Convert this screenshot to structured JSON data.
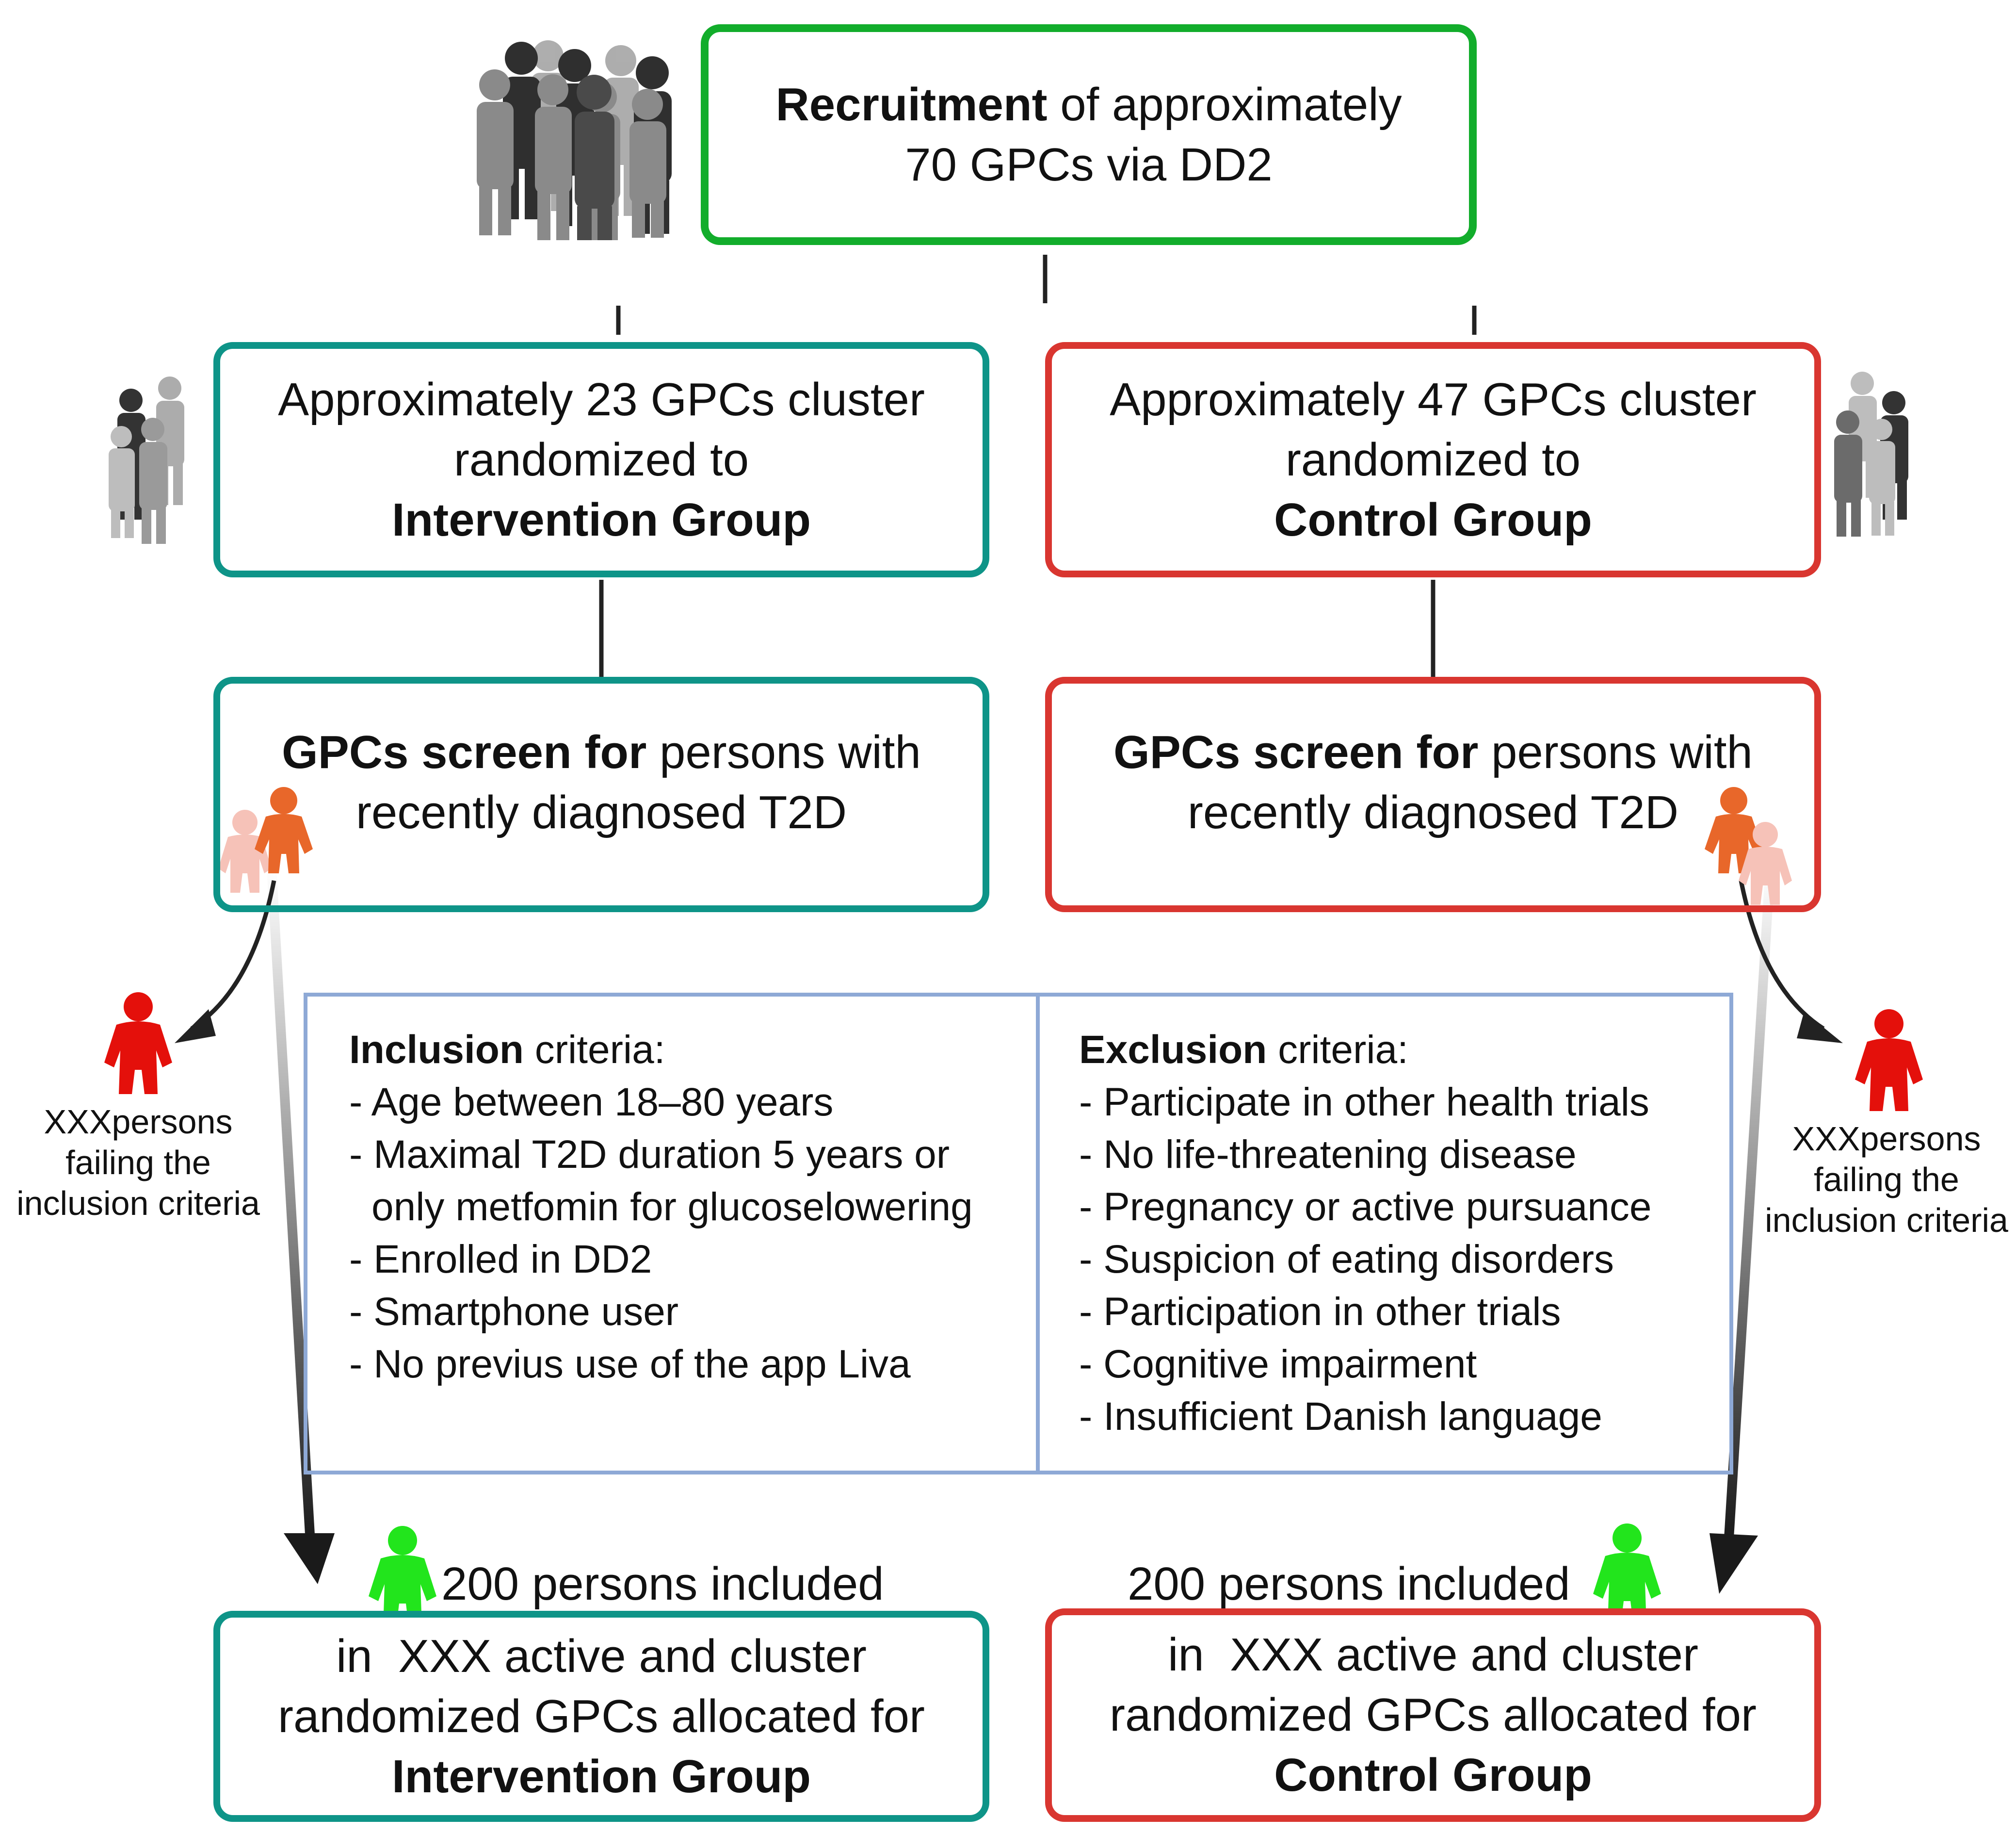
{
  "recruitment": {
    "bold": "Recruitment",
    "rest": " of approximately",
    "line2": "70 GPCs via DD2"
  },
  "intervention_rand": {
    "line1": "Approximately 23 GPCs cluster",
    "line2": "randomized to",
    "line3": "Intervention Group"
  },
  "control_rand": {
    "line1": "Approximately 47 GPCs cluster",
    "line2": "randomized to",
    "line3": "Control Group"
  },
  "screen": {
    "bold": "GPCs screen for",
    "rest": " persons with",
    "line2": "recently diagnosed T2D"
  },
  "inclusion": {
    "title_bold": "Inclusion",
    "title_rest": " criteria:",
    "items": [
      "- Age between 18–80 years",
      "- Maximal T2D duration 5 years or",
      "only metfomin for glucoselowering",
      "- Enrolled in DD2",
      "- Smartphone user",
      "- No previus use of the app Liva"
    ]
  },
  "exclusion": {
    "title_bold": "Exclusion",
    "title_rest": " criteria:",
    "items": [
      "- Participate in other health trials",
      "- No life-threatening disease",
      "- Pregnancy or active pursuance",
      "- Suspicion of eating disorders",
      "- Participation in other trials",
      "- Cognitive impairment",
      "- Insufficient Danish language"
    ]
  },
  "failing": {
    "line1": "XXXpersons",
    "line2": "failing the",
    "line3": "inclusion criteria"
  },
  "included_label": "200 persons included",
  "final_intervention": {
    "line1": "in  XXX active and cluster",
    "line2": "randomized GPCs allocated for",
    "line3": "Intervention Group"
  },
  "final_control": {
    "line1": "in  XXX active and cluster",
    "line2": "randomized GPCs allocated for",
    "line3": "Control Group"
  },
  "colors": {
    "green": "#12ad2b",
    "teal": "#0e9488",
    "red": "#d93630",
    "criteria_border": "#8ea9d6",
    "person_orange": "#e8672a",
    "person_light": "#f6c2b8",
    "person_red": "#e4100b",
    "person_green": "#22e51c"
  }
}
